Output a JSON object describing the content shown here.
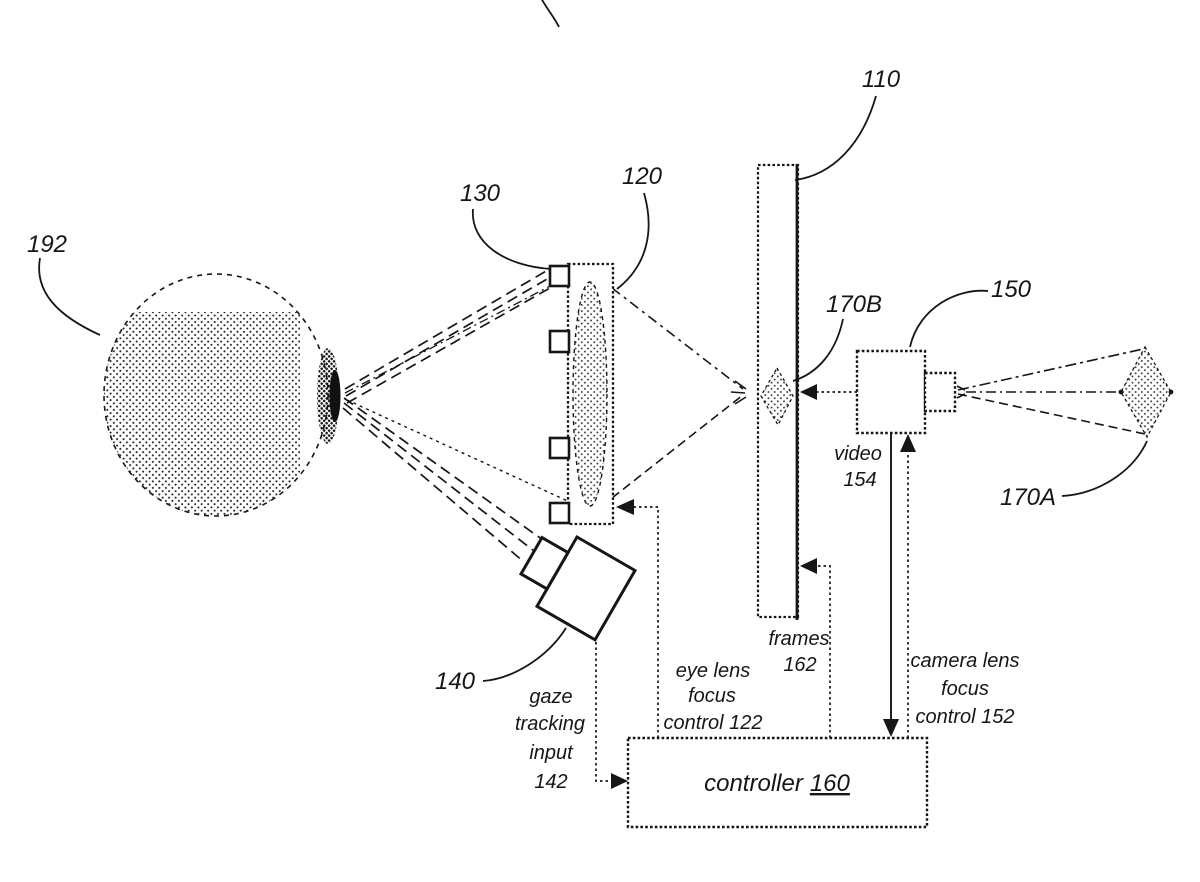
{
  "figure": {
    "background": "#ffffff",
    "ink": "#161616",
    "description_labels": {
      "eye_ref": "192",
      "lens_mount_ref": "130",
      "eye_lens_ref": "120",
      "display_ref": "110",
      "virtual_object_ref": "170B",
      "camera_ref": "150",
      "real_object_ref": "170A",
      "gaze_camera_ref": "140"
    },
    "annotations": {
      "video": {
        "line1": "video",
        "line2": "154"
      },
      "frames": {
        "line1": "frames",
        "line2": "162"
      },
      "eye_lens_focus": {
        "line1": "eye lens",
        "line2": "focus",
        "line3": "control 122"
      },
      "camera_lens_focus": {
        "line1": "camera lens",
        "line2": "focus",
        "line3": "control 152"
      },
      "gaze_tracking": {
        "line1": "gaze",
        "line2": "tracking",
        "line3": "input",
        "line4": "142"
      },
      "controller": {
        "text": "controller",
        "ref": "160"
      }
    }
  }
}
